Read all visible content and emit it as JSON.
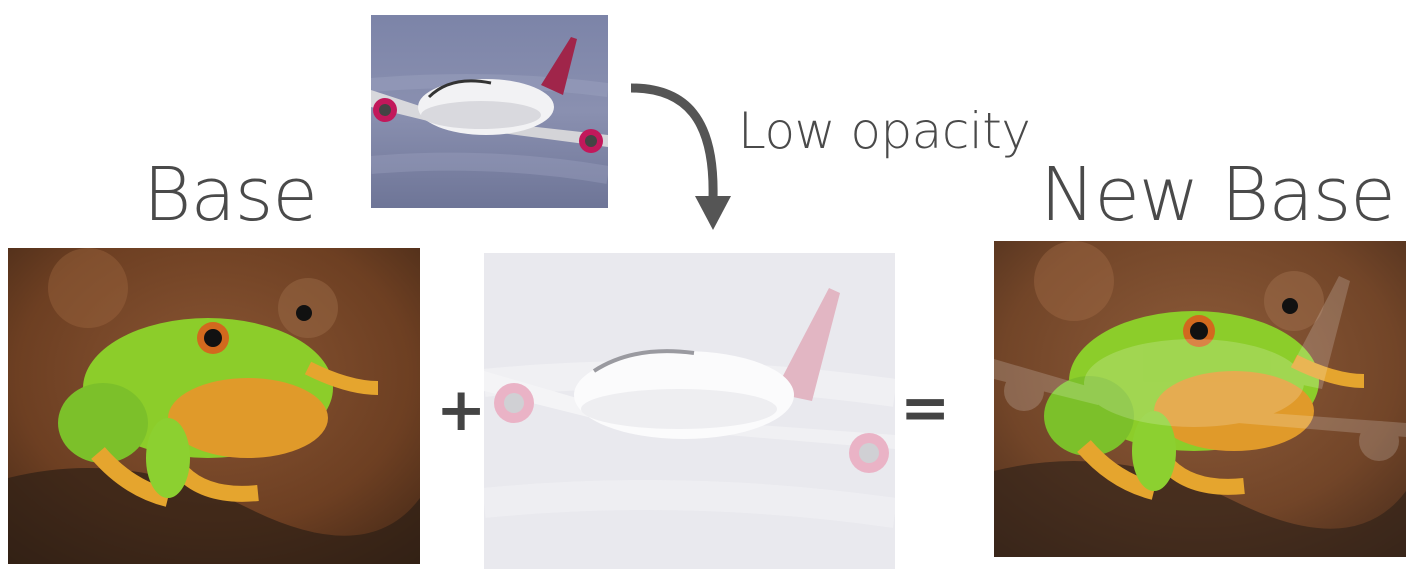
{
  "labels": {
    "base": "Base",
    "new_base": "New Base",
    "low_opacity": "Low opacity",
    "plus": "+",
    "equals": "="
  },
  "colors": {
    "text": "#4a4a4a",
    "arrow": "#555555"
  },
  "images": {
    "frog": "frog-photo",
    "plane": "airplane-photo",
    "faded_plane": "airplane-photo-low-opacity",
    "blended": "frog-with-airplane-overlay"
  }
}
